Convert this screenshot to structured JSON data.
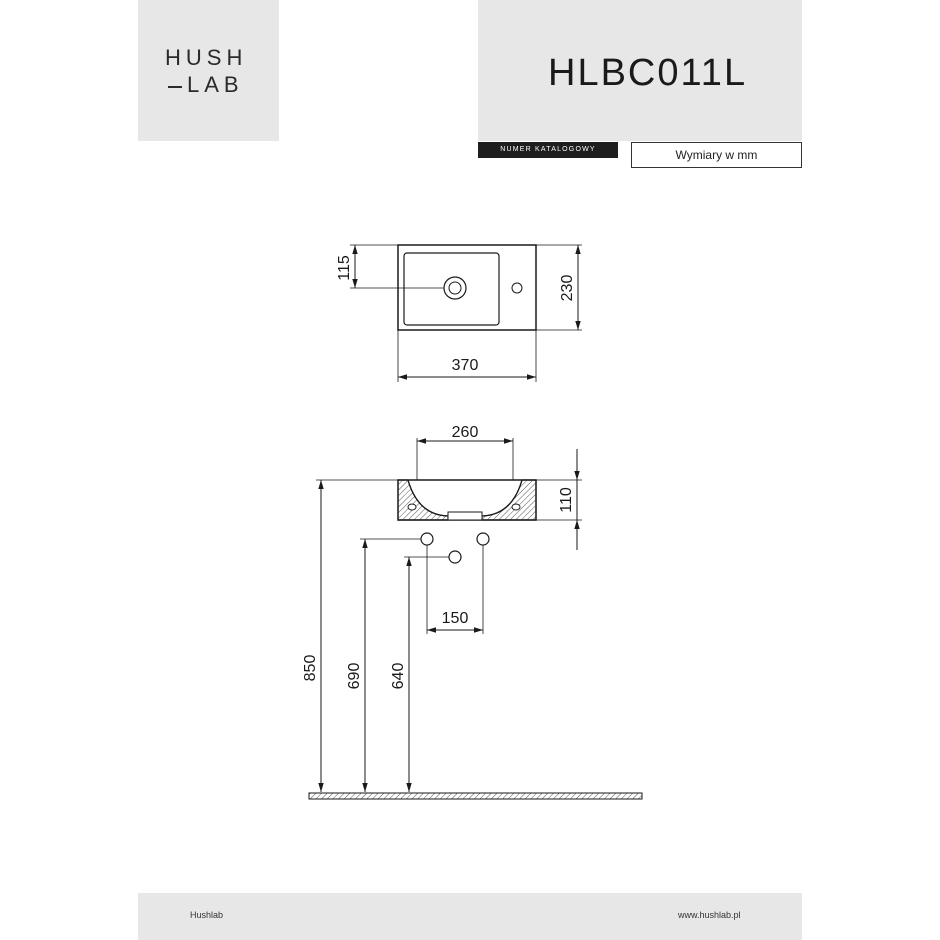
{
  "brand": {
    "line1": "HUSH",
    "line2": "LAB"
  },
  "product": {
    "code": "HLBC011L",
    "catalog_label": "NUMER KATALOGOWY",
    "units": "Wymiary w mm"
  },
  "dimensions": {
    "top_offset": "115",
    "depth": "230",
    "width": "370",
    "bowl_width": "260",
    "height": "110",
    "drain_spacing": "150",
    "mount_height": "850",
    "drain_height": "690",
    "supply_height": "640"
  },
  "footer": {
    "left": "Hushlab",
    "right": "www.hushlab.pl"
  }
}
